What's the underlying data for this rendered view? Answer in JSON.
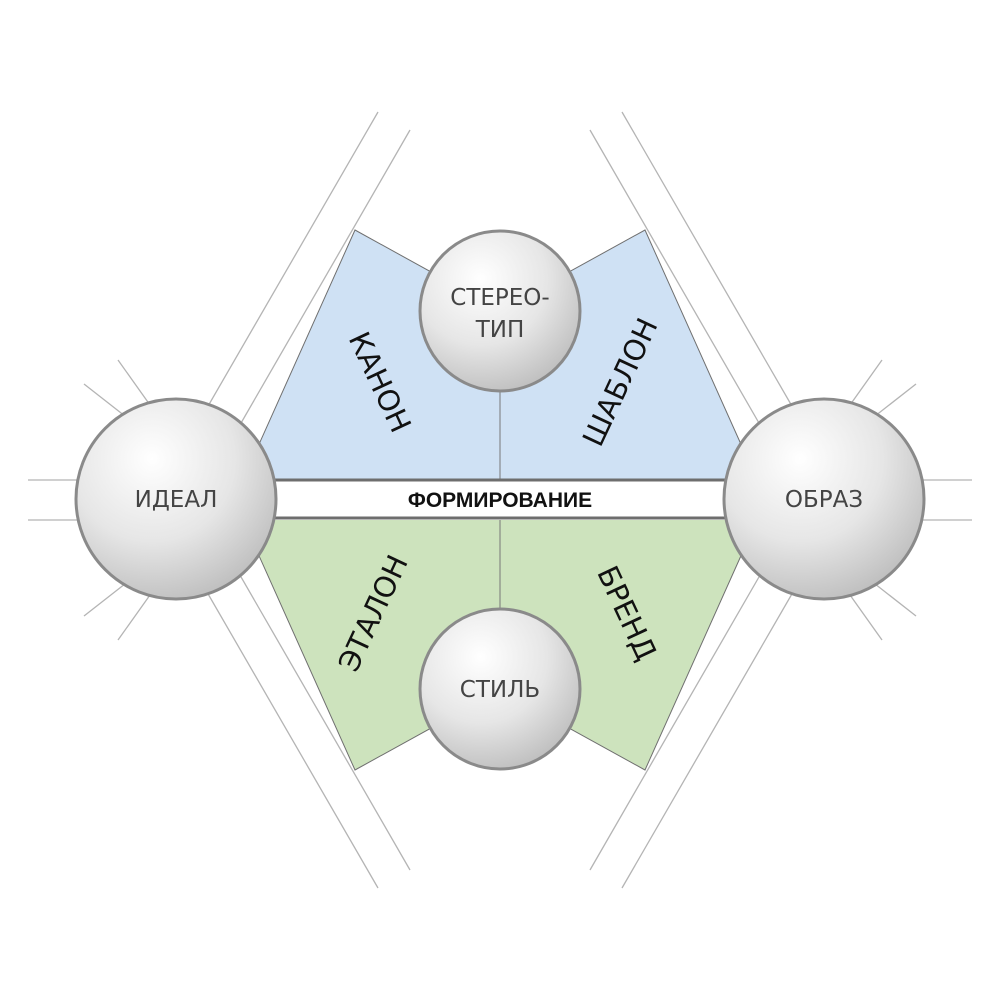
{
  "nodes": {
    "ideal": "ИДЕАЛ",
    "obraz": "ОБРАЗ",
    "stereotype_line1": "СТЕРЕО-",
    "stereotype_line2": "ТИП",
    "style": "СТИЛЬ"
  },
  "band": {
    "label": "ФОРМИРОВАНИЕ"
  },
  "sectors": {
    "top_left": "КАНОН",
    "top_right": "ШАБЛОН",
    "bottom_left": "ЭТАЛОН",
    "bottom_right": "БРЕНД"
  },
  "colors": {
    "top_sectors": "#cfe1f4",
    "bottom_sectors": "#cde3bd",
    "circles": "#d6d6d6",
    "band_border": "#6e6e6e"
  }
}
